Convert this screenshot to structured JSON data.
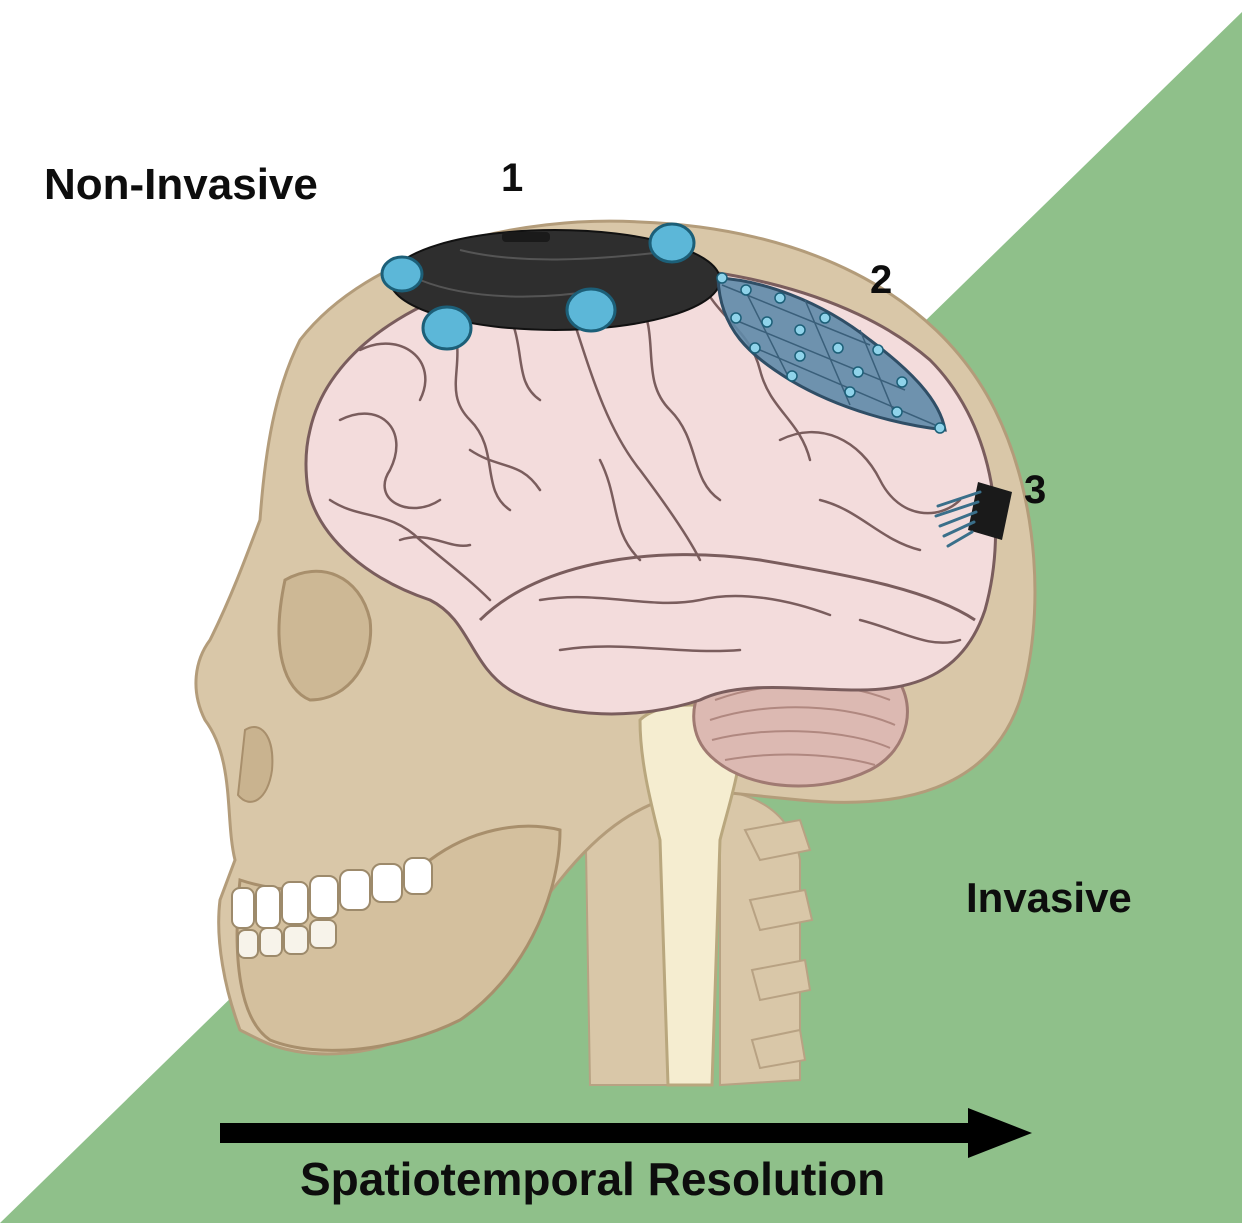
{
  "labels": {
    "non_invasive": "Non-Invasive",
    "invasive": "Invasive",
    "axis": "Spatiotemporal Resolution",
    "method_1": "1",
    "method_2": "2",
    "method_3": "3"
  },
  "colors": {
    "background": "#ffffff",
    "invasive_region": "#8fc08a",
    "skull": "#d9c7a8",
    "brain": "#f3dcdc",
    "cerebellum": "#dcb9b2",
    "spinal_cord": "#f5edd0",
    "eeg_cap": "#2e2e2e",
    "eeg_electrode": "#5cb7d8",
    "ecog_grid": "#5f8aa8",
    "arrow": "#000000"
  }
}
